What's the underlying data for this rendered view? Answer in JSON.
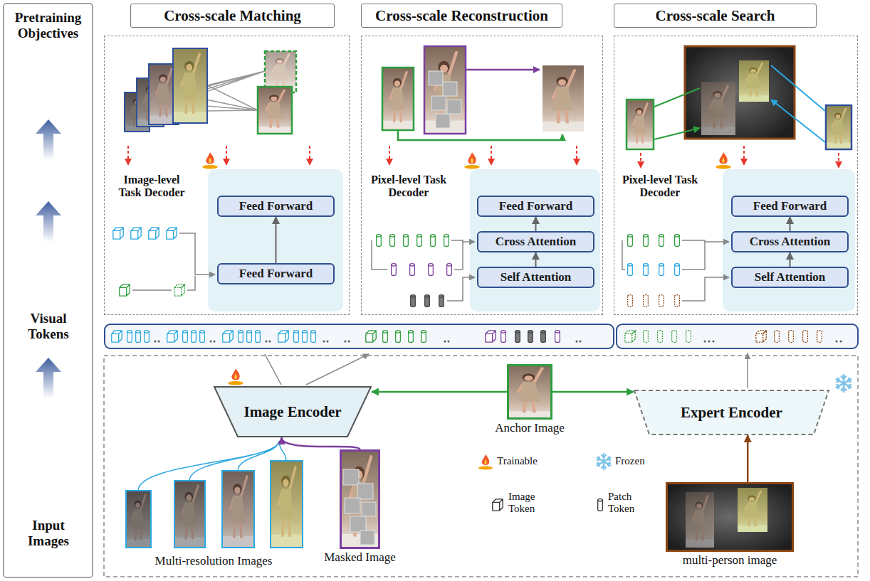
{
  "diagram": {
    "nodes": [
      {
        "text": [
          "Cross-scale Matching"
        ]
      },
      {
        "text": [
          "Cross-scale Reconstruction"
        ]
      },
      {
        "text": [
          "Cross-scale Search"
        ]
      },
      {
        "text": [
          "Image-level Task Decoder"
        ]
      },
      {
        "text": [
          "Feed Forward"
        ],
        "in": 3
      },
      {
        "text": [
          "Feed Forward"
        ],
        "in": 3
      },
      {
        "text": [
          "Pixel-level Task Decoder"
        ]
      },
      {
        "text": [
          "Feed Forward"
        ],
        "in": 6
      },
      {
        "text": [
          "Cross Attention"
        ],
        "in": 6
      },
      {
        "text": [
          "Self Attention"
        ],
        "in": 6
      },
      {
        "text": [
          "Pixel-level Task Decoder"
        ]
      },
      {
        "text": [
          "Feed Forward"
        ],
        "in": 10
      },
      {
        "text": [
          "Cross Attention"
        ],
        "in": 10
      },
      {
        "text": [
          "Self Attention"
        ],
        "in": 10
      },
      {
        "text": [
          "Image Encoder"
        ]
      },
      {
        "text": [
          "Anchor Image"
        ]
      },
      {
        "text": [
          "Expert Encoder"
        ]
      },
      {
        "text": [
          "Masked Image"
        ]
      },
      {
        "text": [
          "multi-person image"
        ]
      }
    ],
    "edges": [
      {
        "from": 5,
        "to": 4,
        "arrow": "to"
      },
      {
        "from": 9,
        "to": 8,
        "arrow": "to"
      },
      {
        "from": 8,
        "to": 7,
        "arrow": "to"
      },
      {
        "from": 13,
        "to": 12,
        "arrow": "to"
      },
      {
        "from": 12,
        "to": 11,
        "arrow": "to"
      },
      {
        "from": 15,
        "to": 14,
        "arrow": "to"
      },
      {
        "from": 15,
        "to": 16,
        "arrow": "to"
      },
      {
        "from": 17,
        "to": 14,
        "arrow": "to"
      },
      {
        "from": 18,
        "to": 16,
        "arrow": "to"
      }
    ],
    "labels": [
      "Pretraining Objectives",
      "Visual Tokens",
      "Input Images",
      "Multi-resolution Images"
    ],
    "legend": [
      {
        "text": "Trainable"
      },
      {
        "text": "Frozen"
      },
      {
        "text": "Image Token"
      },
      {
        "text": "Patch Token"
      }
    ]
  }
}
